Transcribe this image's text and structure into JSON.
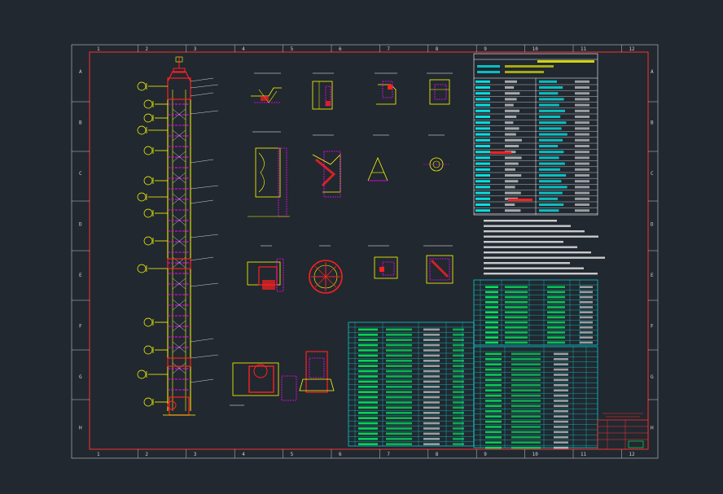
{
  "colors": {
    "background": "#212830",
    "frame": "#ff3030",
    "yellow": "#ffff00",
    "magenta": "#ff00ff",
    "cyan": "#00ffff",
    "white": "#ffffff",
    "green": "#00ff60",
    "red": "#ff2020",
    "ruler": "#c8c8c8"
  },
  "ruler": {
    "columns": [
      "1",
      "2",
      "3",
      "4",
      "5",
      "6",
      "7",
      "8",
      "9",
      "10",
      "11",
      "12"
    ],
    "rows": [
      "A",
      "B",
      "C",
      "D",
      "E",
      "F",
      "G",
      "H"
    ]
  }
}
